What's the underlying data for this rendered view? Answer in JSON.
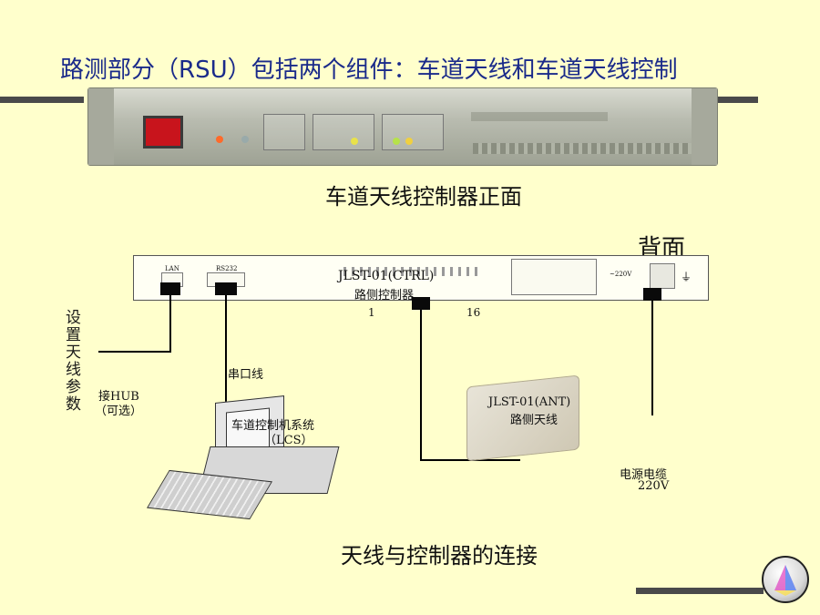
{
  "slide": {
    "title": "路测部分（RSU）包括两个组件：车道天线和车道天线控制",
    "front_caption": "车道天线控制器正面",
    "rear_heading": "背面",
    "bottom_caption": "天线与控制器的连接"
  },
  "rear_panel": {
    "model": "JLST-01(CTRL)",
    "name": "路侧控制器",
    "port_lan": "LAN",
    "port_rs232": "RS232",
    "port_range_start": "1",
    "port_range_end": "16",
    "power_label": "~220V"
  },
  "annotations": {
    "setup_params": "设置天线参数",
    "hub": "接HUB",
    "hub_optional": "（可选）",
    "serial": "串口线",
    "lcs_name": "车道控制机系统",
    "lcs_abbr": "（LCS）",
    "antenna_model": "JLST-01(ANT)",
    "antenna_name": "路侧天线",
    "power_cable": "电源电缆",
    "power_voltage": "220V"
  },
  "colors": {
    "background": "#ffffcc",
    "title": "#1a2a8a",
    "power_switch": "#c8141c"
  }
}
